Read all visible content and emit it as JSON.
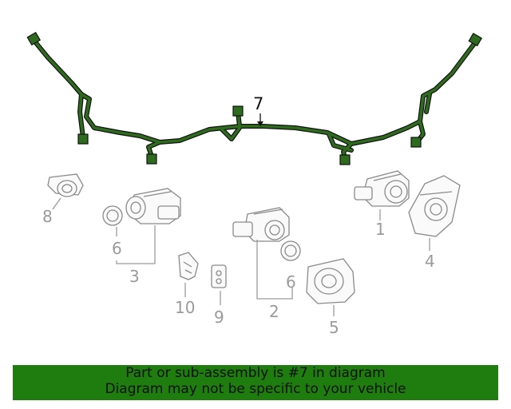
{
  "diagram": {
    "highlight_color": "#2e6b1f",
    "callouts": {
      "p1": "1",
      "p2": "2",
      "p3": "3",
      "p4": "4",
      "p5": "5",
      "p6a": "6",
      "p6b": "6",
      "p7": "7",
      "p8": "8",
      "p9": "9",
      "p10": "10"
    }
  },
  "banner": {
    "background": "#1e7d0e",
    "line1": "Part or sub-assembly is #7 in diagram",
    "line2": "Diagram may not be specific to your vehicle"
  }
}
